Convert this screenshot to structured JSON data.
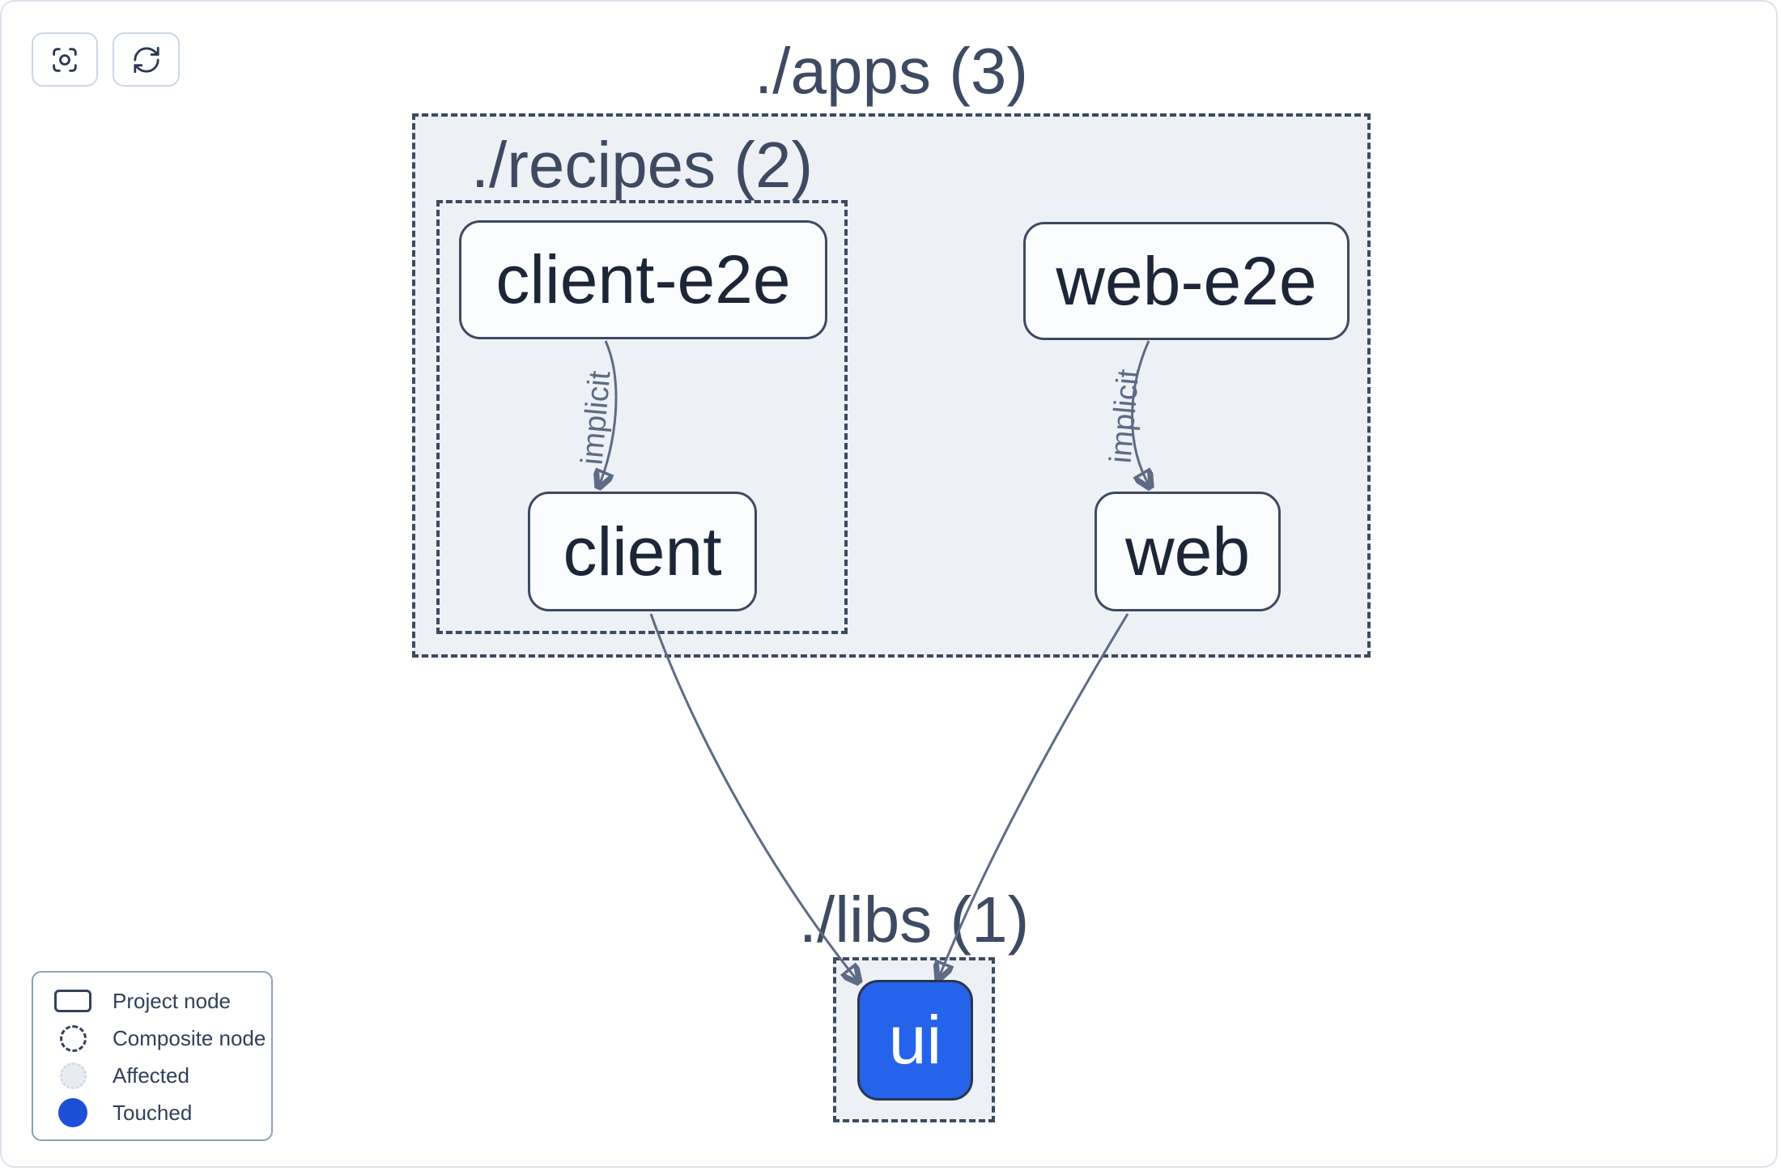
{
  "toolbar": {
    "buttons": [
      {
        "name": "center-graph",
        "icon": "focus-center-icon"
      },
      {
        "name": "refresh-graph",
        "icon": "refresh-icon"
      }
    ]
  },
  "graph": {
    "composites": [
      {
        "id": "apps",
        "label": "./apps (3)",
        "count": 3
      },
      {
        "id": "recipes",
        "label": "./recipes (2)",
        "count": 2
      },
      {
        "id": "libs",
        "label": "./libs (1)",
        "count": 1
      }
    ],
    "nodes": [
      {
        "id": "client-e2e",
        "label": "client-e2e",
        "state": "normal"
      },
      {
        "id": "web-e2e",
        "label": "web-e2e",
        "state": "normal"
      },
      {
        "id": "client",
        "label": "client",
        "state": "normal"
      },
      {
        "id": "web",
        "label": "web",
        "state": "normal"
      },
      {
        "id": "ui",
        "label": "ui",
        "state": "touched"
      }
    ],
    "edges": [
      {
        "from": "client-e2e",
        "to": "client",
        "label": "implicit"
      },
      {
        "from": "web-e2e",
        "to": "web",
        "label": "implicit"
      },
      {
        "from": "client",
        "to": "ui",
        "label": ""
      },
      {
        "from": "web",
        "to": "ui",
        "label": ""
      }
    ]
  },
  "legend": {
    "items": [
      {
        "swatch": "project-node-swatch",
        "label": "Project node"
      },
      {
        "swatch": "composite-node-swatch",
        "label": "Composite node"
      },
      {
        "swatch": "affected-swatch",
        "label": "Affected"
      },
      {
        "swatch": "touched-swatch",
        "label": "Touched"
      }
    ]
  },
  "colors": {
    "touched_legend": "#1d4ed8",
    "ui_node_fill": "#2563eb",
    "edge": "#5d6b85",
    "node_border": "#3d4a61",
    "node_fill": "#fbfcfe",
    "composite_fill": "#edf1f6",
    "composite_border": "#3d4a61",
    "canvas_border": "#dce3ee",
    "node_text": "#1c2637",
    "title_text": "#3d4a61"
  }
}
